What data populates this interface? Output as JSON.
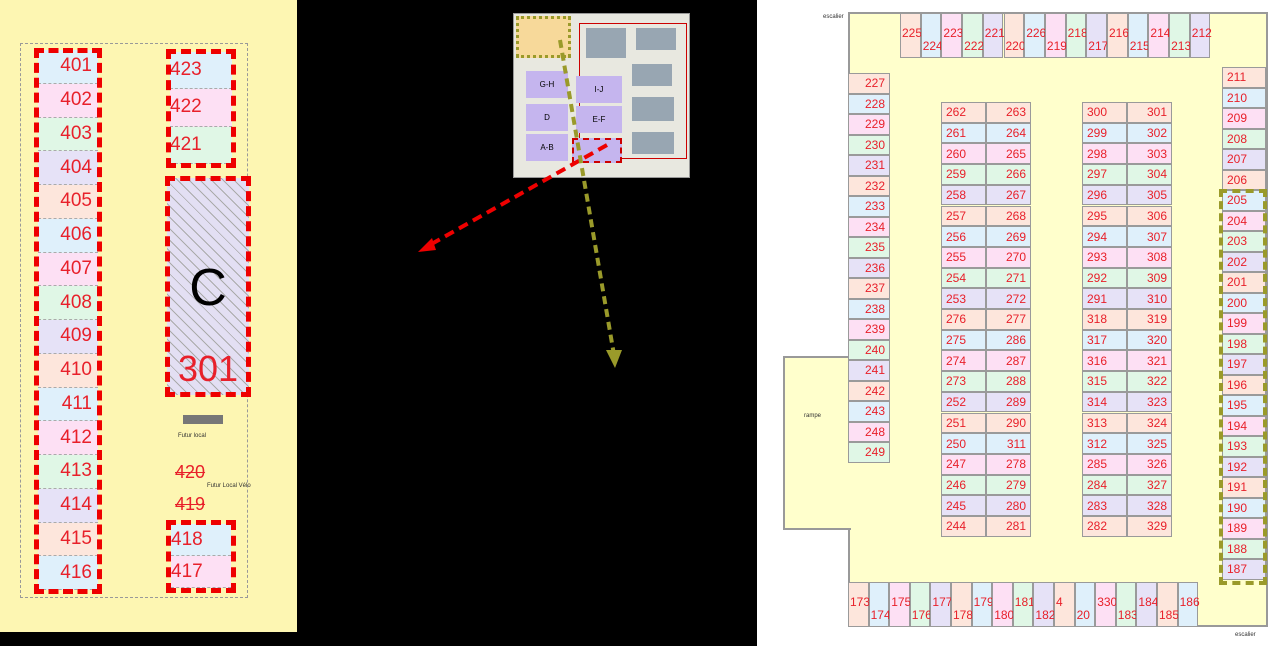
{
  "left_plan": {
    "left_column": [
      "401",
      "402",
      "403",
      "404",
      "405",
      "406",
      "407",
      "408",
      "409",
      "410",
      "411",
      "412",
      "413",
      "414",
      "415",
      "416"
    ],
    "top_right_column": [
      "423",
      "422",
      "421"
    ],
    "zone_letter": "C",
    "zone_lot": "301",
    "struck_lots": [
      "420",
      "419"
    ],
    "bottom_right_column": [
      "418",
      "417"
    ],
    "notes": [
      "Futur local",
      "Futur Local Vélo"
    ]
  },
  "minimap": {
    "blocks": [
      "G-H",
      "I-J",
      "D",
      "E-F",
      "A-B"
    ]
  },
  "right_plan": {
    "stair_label": "escalier",
    "ramp_label": "rampe",
    "top_row": [
      "225",
      "224",
      "223",
      "222",
      "221",
      "220",
      "226",
      "219",
      "218",
      "217",
      "216",
      "215",
      "214",
      "213",
      "212"
    ],
    "left_column": [
      "227",
      "228",
      "229",
      "230",
      "231",
      "232",
      "233",
      "234",
      "235",
      "236",
      "237",
      "238",
      "239",
      "240",
      "241",
      "242",
      "243",
      "248",
      "249"
    ],
    "block_a_left": [
      "262",
      "261",
      "260",
      "259",
      "258",
      "257",
      "256",
      "255",
      "254",
      "253",
      "276",
      "275",
      "274",
      "273",
      "252",
      "251",
      "250",
      "247",
      "246",
      "245",
      "244"
    ],
    "block_a_right": [
      "263",
      "264",
      "265",
      "266",
      "267",
      "268",
      "269",
      "270",
      "271",
      "272",
      "277",
      "286",
      "287",
      "288",
      "289",
      "290",
      "311",
      "278",
      "279",
      "280",
      "281"
    ],
    "block_b_left": [
      "300",
      "299",
      "298",
      "297",
      "296",
      "295",
      "294",
      "293",
      "292",
      "291",
      "318",
      "317",
      "316",
      "315",
      "314",
      "313",
      "312",
      "285",
      "284",
      "283",
      "282"
    ],
    "block_b_right": [
      "301",
      "302",
      "303",
      "304",
      "305",
      "306",
      "307",
      "308",
      "309",
      "310",
      "319",
      "320",
      "321",
      "322",
      "323",
      "324",
      "325",
      "326",
      "327",
      "328",
      "329"
    ],
    "right_column": [
      "211",
      "210",
      "209",
      "208",
      "207",
      "206",
      "205",
      "204",
      "203",
      "202",
      "201",
      "200",
      "199",
      "198",
      "197",
      "196",
      "195",
      "194",
      "193",
      "192",
      "191",
      "190",
      "189",
      "188",
      "187"
    ],
    "bottom_row": [
      "173",
      "174",
      "175",
      "176",
      "177",
      "178",
      "179",
      "180",
      "181",
      "182",
      "4",
      "20",
      "330",
      "183",
      "184",
      "185",
      "186"
    ]
  },
  "colors": {
    "cells": [
      "#fde6dc",
      "#dff0fb",
      "#fde0f4",
      "#e0f7e6",
      "#e6e2f7"
    ],
    "lot_text": "#e8202a",
    "highlight_red": "#e00000",
    "highlight_olive": "#9a9a2a",
    "floor": "#ffffcc"
  }
}
